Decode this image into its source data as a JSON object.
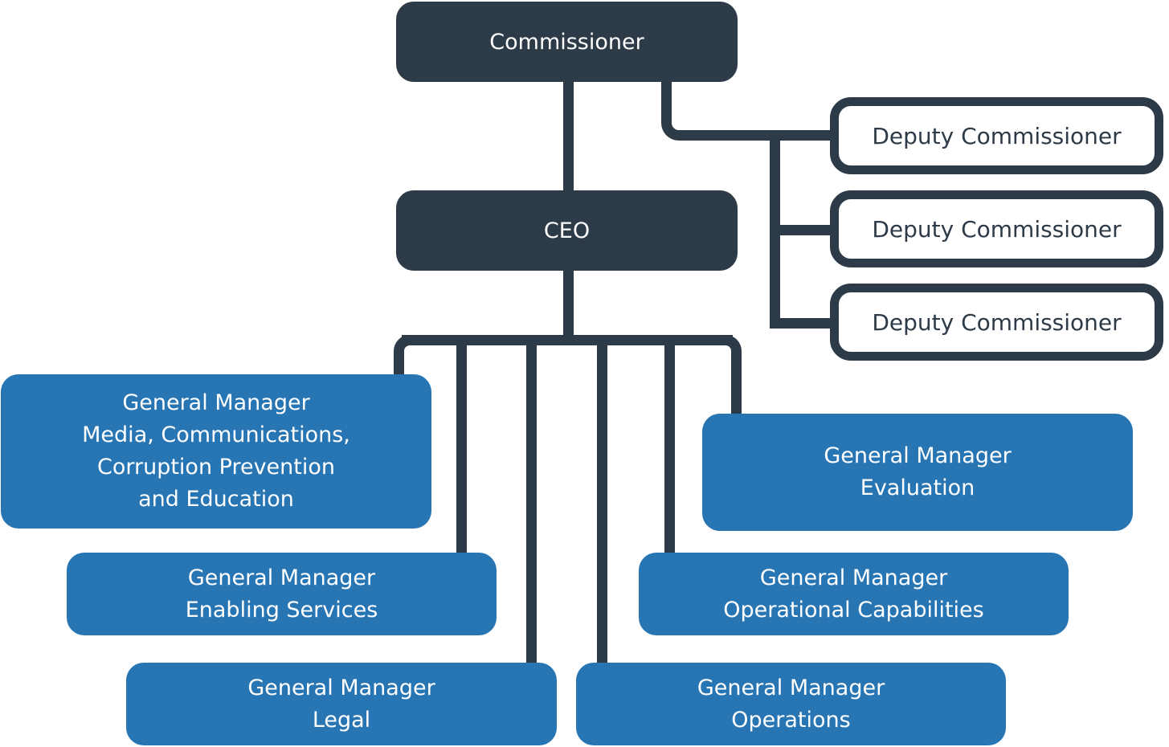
{
  "colors": {
    "dark": "#2d3a48",
    "blue": "#2875b4",
    "background": "#ffffff",
    "text_on_fill": "#ffffff"
  },
  "nodes": {
    "commissioner": {
      "label": "Commissioner",
      "style": "dark-fill"
    },
    "ceo": {
      "label": "CEO",
      "style": "dark-fill"
    },
    "deputy_commissioner_1": {
      "label": "Deputy Commissioner",
      "style": "outlined"
    },
    "deputy_commissioner_2": {
      "label": "Deputy Commissioner",
      "style": "outlined"
    },
    "deputy_commissioner_3": {
      "label": "Deputy Commissioner",
      "style": "outlined"
    },
    "gm_media": {
      "label": [
        "General Manager",
        "Media, Communications,",
        "Corruption Prevention",
        "and Education"
      ],
      "style": "blue-fill"
    },
    "gm_evaluation": {
      "label": [
        "General Manager",
        "Evaluation"
      ],
      "style": "blue-fill"
    },
    "gm_enabling_services": {
      "label": [
        "General Manager",
        "Enabling Services"
      ],
      "style": "blue-fill"
    },
    "gm_operational_capabilities": {
      "label": [
        "General Manager",
        "Operational Capabilities"
      ],
      "style": "blue-fill"
    },
    "gm_legal": {
      "label": [
        "General Manager",
        "Legal"
      ],
      "style": "blue-fill"
    },
    "gm_operations": {
      "label": [
        "General Manager",
        "Operations"
      ],
      "style": "blue-fill"
    }
  },
  "edges": [
    {
      "from": "commissioner",
      "to": "ceo"
    },
    {
      "from": "commissioner",
      "to": "deputy_commissioner_1"
    },
    {
      "from": "commissioner",
      "to": "deputy_commissioner_2"
    },
    {
      "from": "commissioner",
      "to": "deputy_commissioner_3"
    },
    {
      "from": "ceo",
      "to": "gm_media"
    },
    {
      "from": "ceo",
      "to": "gm_enabling_services"
    },
    {
      "from": "ceo",
      "to": "gm_legal"
    },
    {
      "from": "ceo",
      "to": "gm_operations"
    },
    {
      "from": "ceo",
      "to": "gm_operational_capabilities"
    },
    {
      "from": "ceo",
      "to": "gm_evaluation"
    }
  ]
}
